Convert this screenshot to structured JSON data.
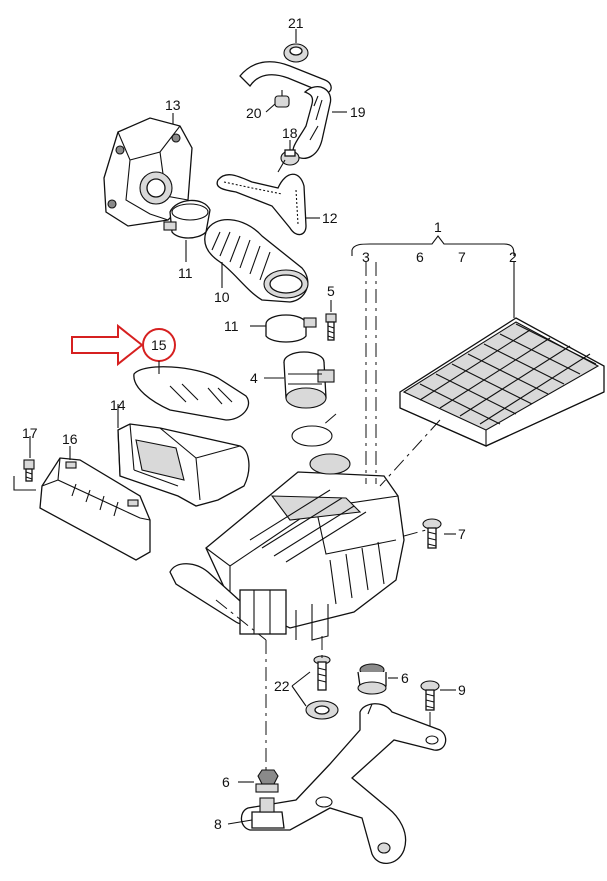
{
  "diagram": {
    "callouts": {
      "c1": "1",
      "c2": "2",
      "c3": "3",
      "c4": "4",
      "c5": "5",
      "c6_top": "6",
      "c6_mid": "6",
      "c6_low": "6",
      "c7_top": "7",
      "c7_side": "7",
      "c8": "8",
      "c9": "9",
      "c10": "10",
      "c11_top": "11",
      "c11_mid": "11",
      "c12": "12",
      "c13": "13",
      "c14": "14",
      "c15": "15",
      "c16": "16",
      "c17": "17",
      "c18": "18",
      "c19": "19",
      "c20": "20",
      "c21": "21",
      "c22": "22"
    },
    "highlight": {
      "color": "#d62020",
      "target": "15"
    }
  }
}
